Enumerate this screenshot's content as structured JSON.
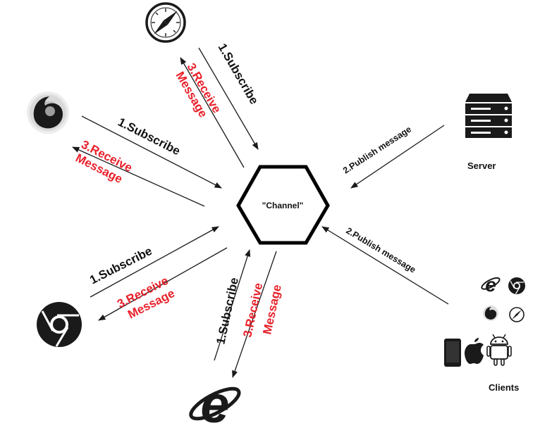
{
  "hub": {
    "label": "\"Channel\""
  },
  "labels": {
    "subscribe": "1.Subscribe",
    "receive_line1": "3.Receive",
    "receive_line2": "Message",
    "publish": "2.Publish message"
  },
  "nodes": {
    "server": "Server",
    "clients": "Clients"
  },
  "colors": {
    "subscribe": "#111111",
    "receive": "#e8202a",
    "icon": "#1a1a1a"
  }
}
